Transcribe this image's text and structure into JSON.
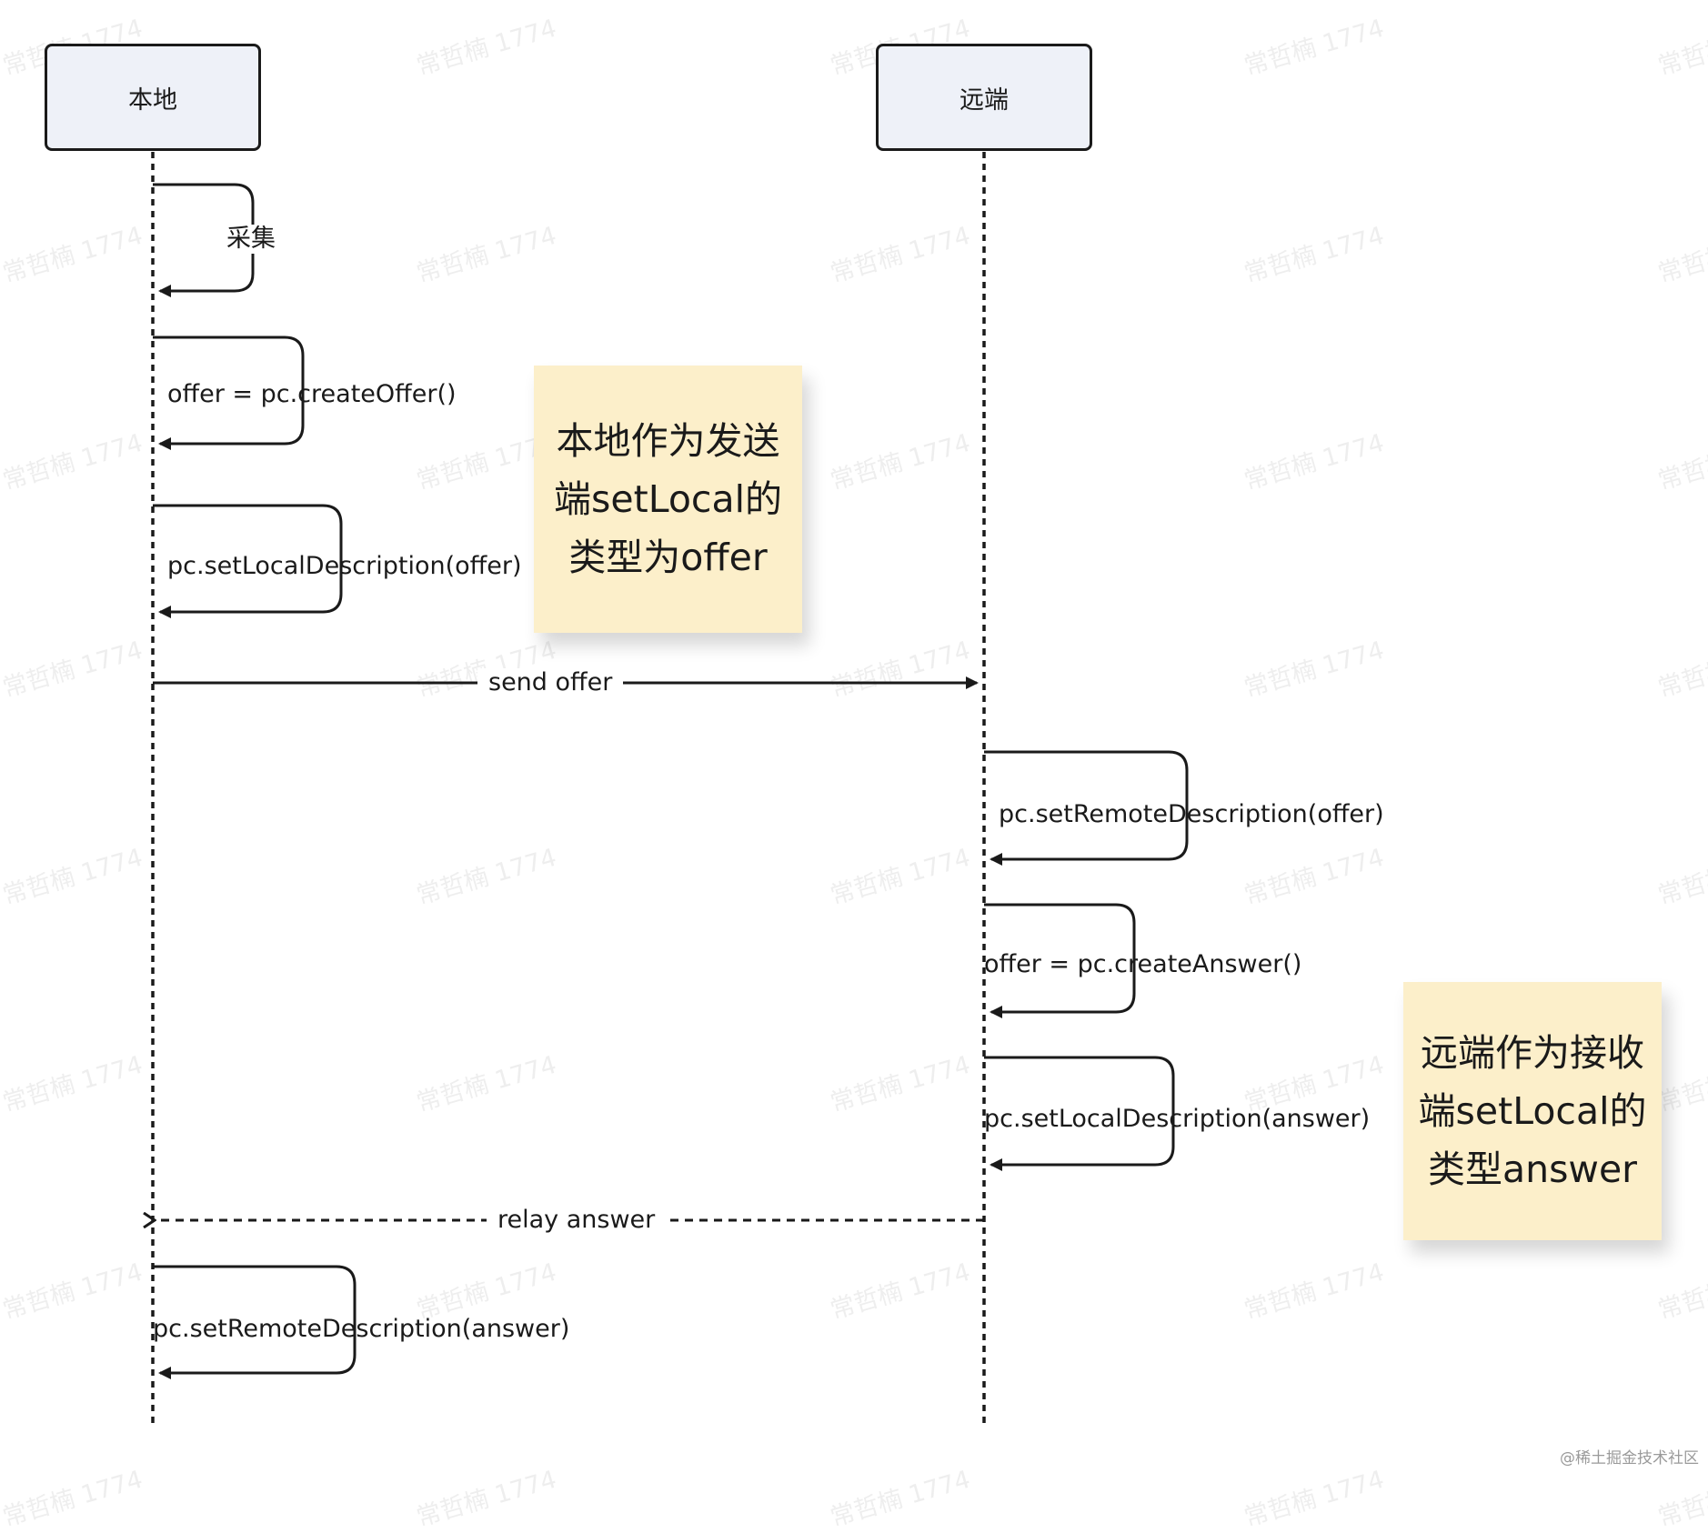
{
  "actors": {
    "local": "本地",
    "remote": "远端"
  },
  "steps": {
    "collect": "采集",
    "create_offer": "offer = pc.createOffer()",
    "set_local_offer": "pc.setLocalDescription(offer)",
    "send_offer": "send offer",
    "set_remote_offer": "pc.setRemoteDescription(offer)",
    "create_answer": "offer = pc.createAnswer()",
    "set_local_answer": "pc.setLocalDescription(answer)",
    "relay_answer": "relay answer",
    "set_remote_answer": "pc.setRemoteDescription(answer)"
  },
  "notes": {
    "local": [
      "本地作为发送",
      "端setLocal的",
      "类型为offer"
    ],
    "remote": [
      "远端作为接收",
      "端setLocal的",
      "类型answer"
    ]
  },
  "watermark": "常哲楠 1774",
  "credit": "@稀土掘金技术社区",
  "colors": {
    "line": "#1a1a1a",
    "actor_fill": "#eef1f8",
    "note_fill": "#fcefca"
  }
}
